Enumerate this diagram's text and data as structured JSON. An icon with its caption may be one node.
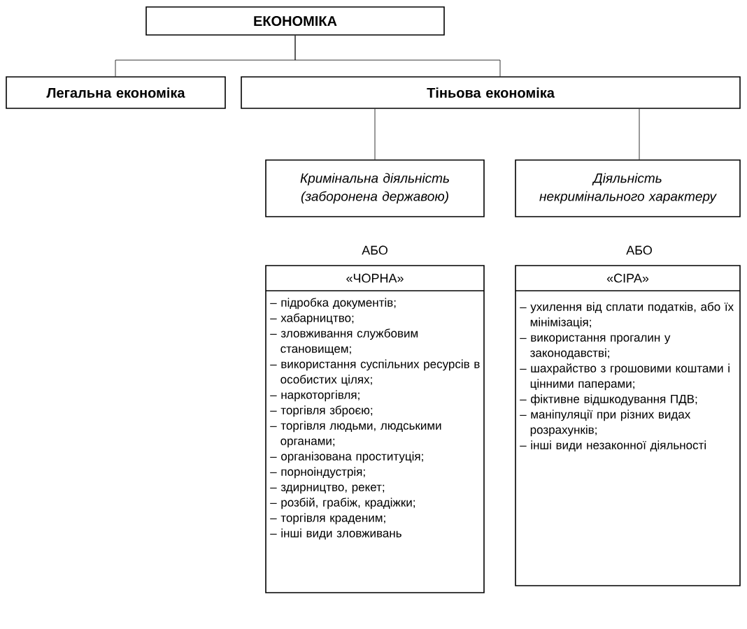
{
  "diagram": {
    "nodes": [
      {
        "text": [
          "ЕКОНОМІКА"
        ]
      },
      {
        "text": [
          "Легальна економіка"
        ]
      },
      {
        "text": [
          "Тіньова економіка"
        ]
      },
      {
        "text": [
          "Кримінальна діяльність (заборонена державою)"
        ]
      },
      {
        "text": [
          "Діяльність некримінального характеру"
        ]
      },
      {
        "text": [
          "«ЧОРНА»",
          "– підробка документів;",
          "– хабарництво;",
          "– зловживання службовим становищем;",
          "– використання суспільних ресурсів в особистих цілях;",
          "– наркоторгівля;",
          "– торгівля зброєю;",
          "– торгівля людьми, людськими органами;",
          "– організована проституція;",
          "– порноіндустрія;",
          "– здирництво, рекет;",
          "– розбій, грабіж, крадіжки;",
          "– торгівля краденим;",
          "– інші види зловживань"
        ]
      },
      {
        "text": [
          "«СІРА»",
          "– ухилення від сплати податків, або їх мінімізація;",
          "– використання прогалин у законодавстві;",
          "– шахрайство з грошовими коштами і цінними паперами;",
          "– фіктивне відшкодування ПДВ;",
          "– маніпуляції при різних видах розрахунків;",
          "– інші види незаконної діяльності"
        ]
      }
    ],
    "edges": [
      {
        "from": 0,
        "to": 1,
        "arrow": "none"
      },
      {
        "from": 0,
        "to": 2,
        "arrow": "none"
      },
      {
        "from": 2,
        "to": 3,
        "arrow": "none"
      },
      {
        "from": 2,
        "to": 4,
        "arrow": "none"
      }
    ],
    "labels": [
      "АБО",
      "АБО"
    ]
  }
}
